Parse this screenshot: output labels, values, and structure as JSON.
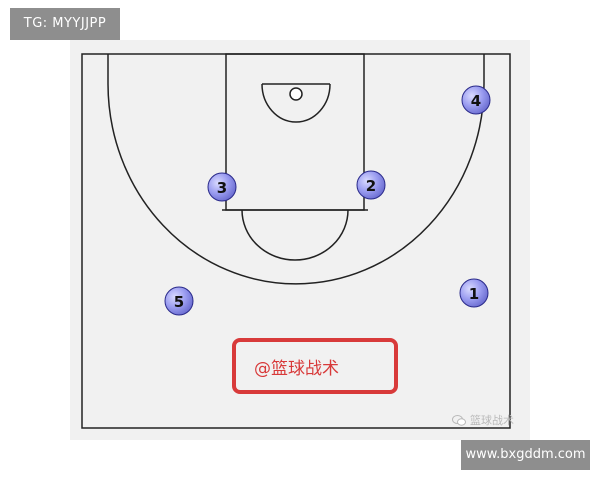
{
  "top_badge": {
    "text": "TG: MYYJJPP"
  },
  "bottom_badge": {
    "text": "www.bxgddm.com"
  },
  "watermark": {
    "text": "@篮球战术"
  },
  "account_tag": {
    "text": "篮球战术",
    "icon": "wechat-icon"
  },
  "players": [
    {
      "number": "1"
    },
    {
      "number": "2"
    },
    {
      "number": "3"
    },
    {
      "number": "4"
    },
    {
      "number": "5"
    }
  ],
  "colors": {
    "court_background": "#f1f1f1",
    "court_lines": "#222222",
    "player_fill": "#9a9cf0",
    "watermark_red": "#d83a3a",
    "badge_gray": "#8e8e8e"
  }
}
